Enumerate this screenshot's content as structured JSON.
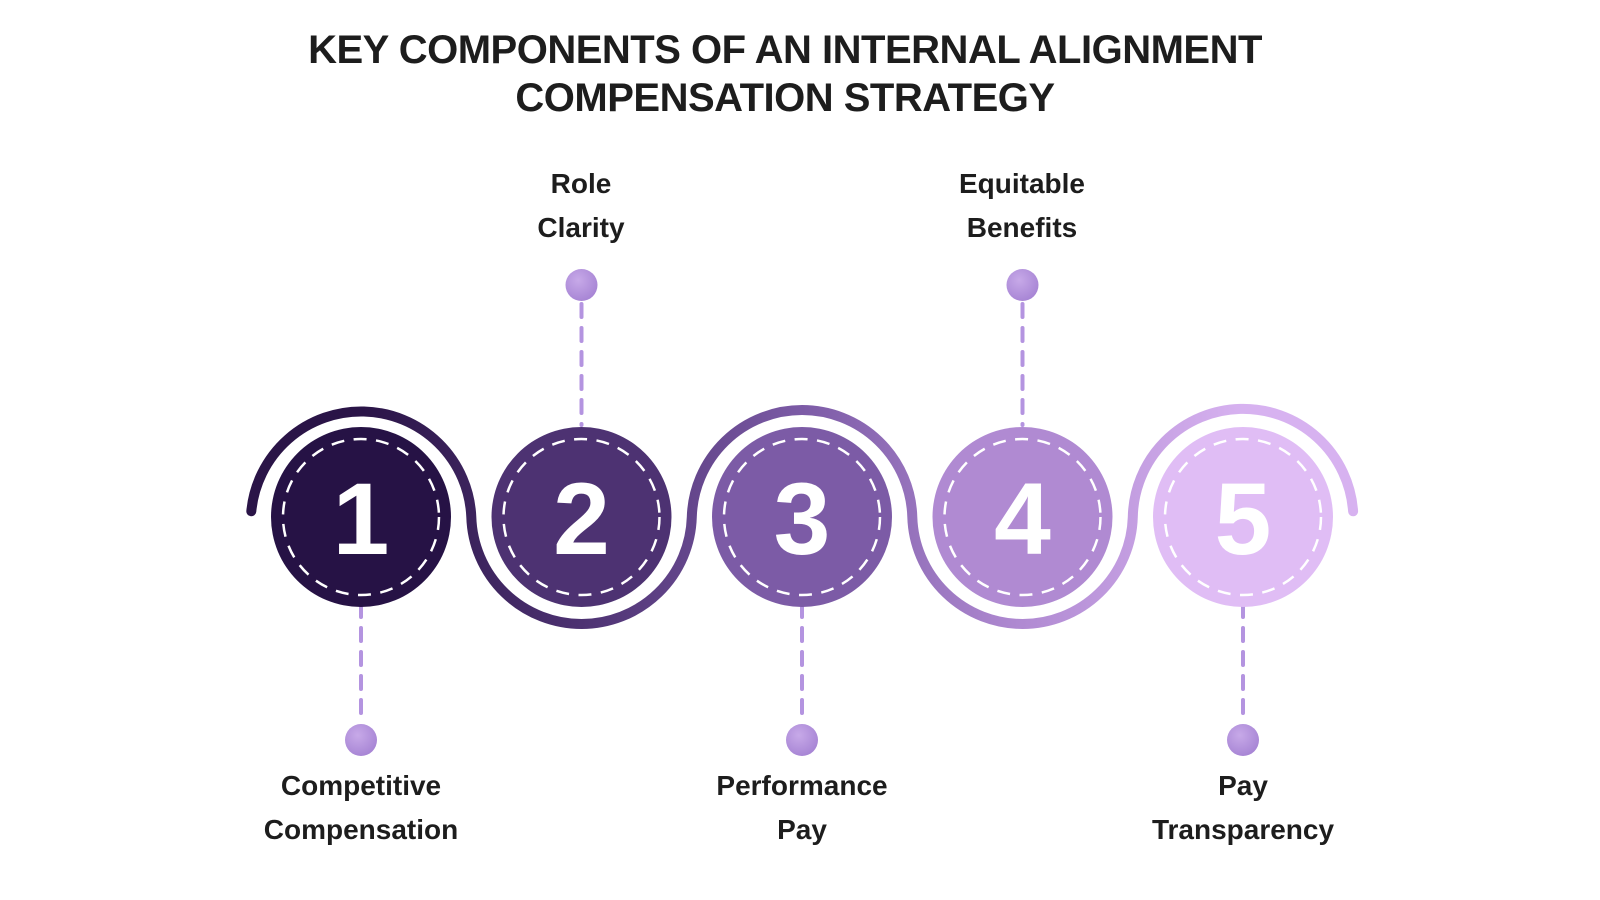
{
  "title": {
    "line1": "KEY COMPONENTS OF AN INTERNAL ALIGNMENT",
    "line2": "COMPENSATION STRATEGY"
  },
  "steps": [
    {
      "number": "1",
      "label_line1": "Competitive",
      "label_line2": "Compensation",
      "label_position": "below",
      "color": "#261245"
    },
    {
      "number": "2",
      "label_line1": "Role",
      "label_line2": "Clarity",
      "label_position": "above",
      "color": "#4d3272"
    },
    {
      "number": "3",
      "label_line1": "Performance",
      "label_line2": "Pay",
      "label_position": "below",
      "color": "#7c5ba6"
    },
    {
      "number": "4",
      "label_line1": "Equitable",
      "label_line2": "Benefits",
      "label_position": "above",
      "color": "#b08ad2"
    },
    {
      "number": "5",
      "label_line1": "Pay",
      "label_line2": "Transparency",
      "label_position": "below",
      "color": "#e0bdf5"
    }
  ],
  "style": {
    "background": "#ffffff",
    "title_color": "#1d1d1d",
    "label_color": "#1d1d1d",
    "number_color": "#ffffff",
    "dashed_ring_color": "#ffffff",
    "connector_color": "#b494e0",
    "dot_color_light": "#c7a9e8",
    "dot_color_dark": "#a17ed1",
    "path_gradient": [
      "#2a1447",
      "#4d3272",
      "#7c5ba6",
      "#b08ad2",
      "#d7b2f0"
    ]
  }
}
